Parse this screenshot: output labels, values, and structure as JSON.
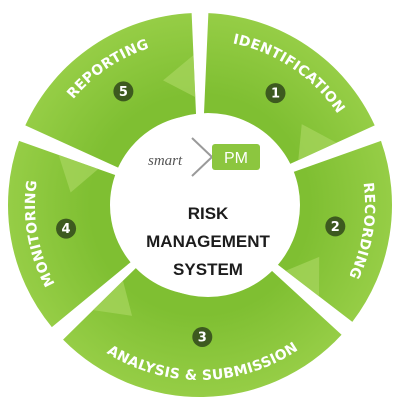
{
  "center": {
    "logo_smart": "smart",
    "logo_pm": "PM",
    "title_lines": [
      "RISK",
      "MANAGEMENT",
      "SYSTEM"
    ]
  },
  "segments": [
    {
      "label": "IDENTIFICATION",
      "number": "1"
    },
    {
      "label": "RECORDING",
      "number": "2"
    },
    {
      "label": "ANALYSIS & SUBMISSION",
      "number": "3"
    },
    {
      "label": "MONITORING",
      "number": "4"
    },
    {
      "label": "REPORTING",
      "number": "5"
    }
  ],
  "colors": {
    "segment_green": "#8cc63f",
    "segment_light": "#a8d55f",
    "badge_dark": "#3d5a1f",
    "center_bg": "#ffffff",
    "logo_green": "#8cc63f",
    "text_dark": "#1c1c1c"
  }
}
